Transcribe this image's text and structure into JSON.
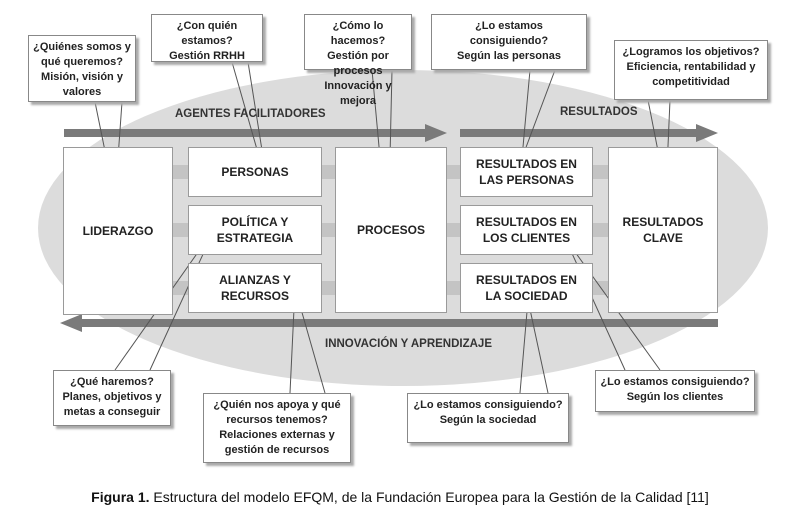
{
  "colors": {
    "ellipse": "#dcdcdc",
    "arrow": "#7a7a7a",
    "connector": "#c4c4c4"
  },
  "labels": {
    "enablers": "AGENTES FACILITADORES",
    "results": "RESULTADOS",
    "innovation": "INNOVACIÓN Y APRENDIZAJE"
  },
  "boxes": {
    "leadership": "LIDERAZGO",
    "people": "PERSONAS",
    "policy": [
      "POLÍTICA Y",
      "ESTRATEGIA"
    ],
    "alliances": [
      "ALIANZAS Y",
      "RECURSOS"
    ],
    "processes": "PROCESOS",
    "people_results": [
      "RESULTADOS  EN",
      "LAS PERSONAS"
    ],
    "customer_results": [
      "RESULTADOS EN",
      "LOS CLIENTES"
    ],
    "society_results": [
      "RESULTADOS EN",
      "LA SOCIEDAD"
    ],
    "key_results": [
      "RESULTADOS",
      "CLAVE"
    ]
  },
  "callouts": {
    "c1": [
      "¿Quiénes somos y",
      "qué queremos?",
      "Misión, visión y",
      "valores"
    ],
    "c2": [
      "¿Con quién estamos?",
      "Gestión RRHH"
    ],
    "c3": [
      "¿Cómo lo hacemos?",
      "Gestión por procesos",
      "Innovación y mejora"
    ],
    "c4": [
      "¿Lo estamos consiguiendo?",
      "Según las personas"
    ],
    "c5": [
      "¿Logramos los objetivos?",
      "Eficiencia, rentabilidad y",
      "competitividad"
    ],
    "c6": [
      "¿Qué haremos?",
      "Planes, objetivos y",
      "metas a conseguir"
    ],
    "c7": [
      "¿Quién nos apoya y qué",
      "recursos tenemos?",
      "Relaciones externas y",
      "gestión de recursos"
    ],
    "c8": [
      "¿Lo estamos consiguiendo?",
      "Según la sociedad"
    ],
    "c9": [
      "¿Lo estamos consiguiendo?",
      "Según los clientes"
    ]
  },
  "caption": {
    "label": "Figura 1.",
    "text": " Estructura del modelo EFQM, de la Fundación Europea para la Gestión de la Calidad [11]"
  }
}
